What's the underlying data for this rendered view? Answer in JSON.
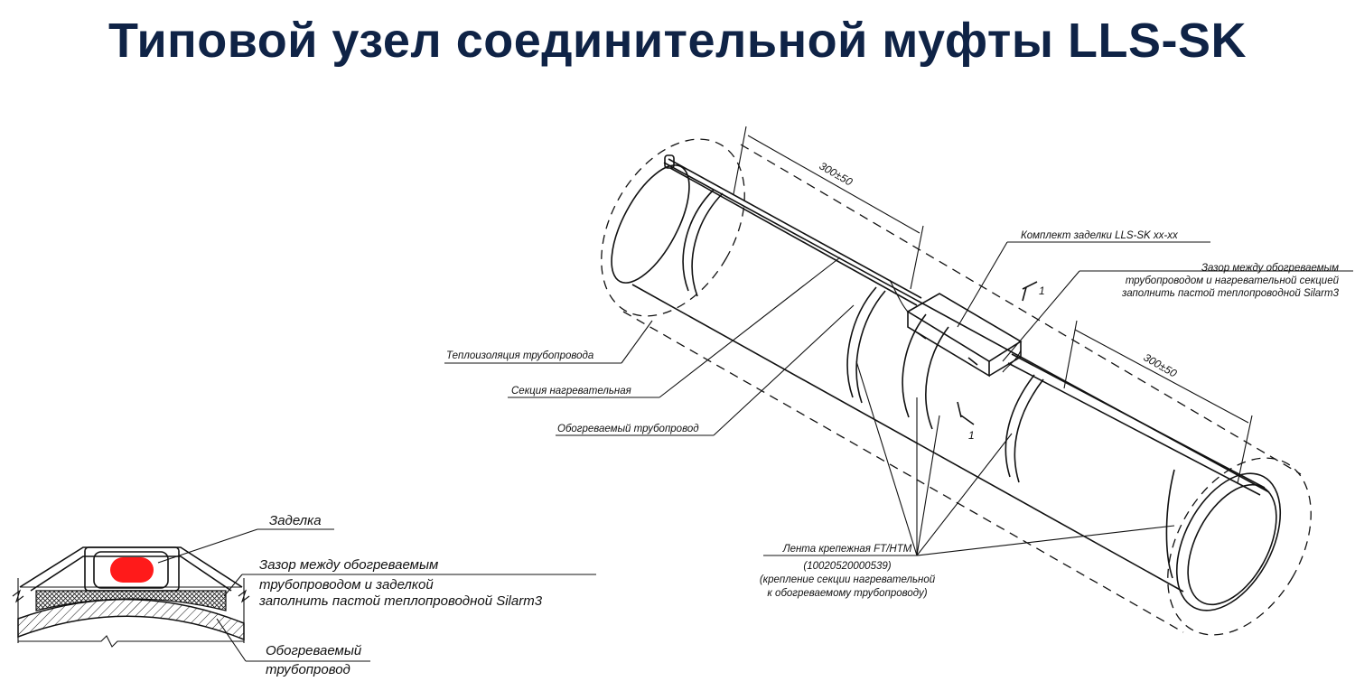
{
  "title": "Типовой узел соединительной муфты LLS-SK",
  "colors": {
    "title": "#0f2346",
    "termination": "#ff1a1a",
    "lines": "#111111"
  },
  "main_view": {
    "dimension_left": "300±50",
    "dimension_right": "300±50",
    "section_mark": "1",
    "labels": {
      "kit": "Комплект заделки LLS-SK xx-xx",
      "gap_1": "Зазор между обогреваемым",
      "gap_2": "трубопроводом и нагревательной секцией",
      "gap_3": "заполнить пастой теплопроводной Silarm3",
      "insulation": "Теплоизоляция трубопровода",
      "heating_section": "Секция нагревательная",
      "heated_pipe": "Обогреваемый трубопровод",
      "tape_1": "Лента крепежная FT/HTM",
      "tape_2": "(10020520000539)",
      "tape_3": "(крепление секции нагревательной",
      "tape_4": "к обогреваемому трубопроводу)"
    }
  },
  "section_view": {
    "labels": {
      "termination": "Заделка",
      "gap_1": "Зазор между обогреваемым",
      "gap_2": "трубопроводом и заделкой",
      "gap_3": "заполнить пастой теплопроводной Silarm3",
      "pipe_1": "Обогреваемый",
      "pipe_2": "трубопровод"
    }
  }
}
